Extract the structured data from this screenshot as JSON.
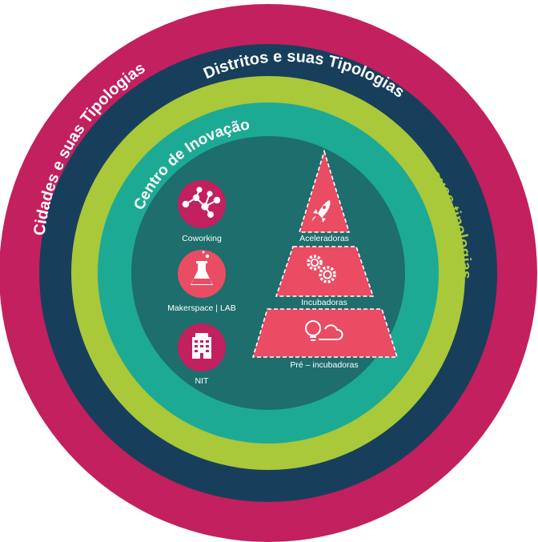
{
  "rings": {
    "cidades": "Cidades e suas Tipologias",
    "distritos": "Distritos e suas Tipologias",
    "parques": "Parques e suas tipologias",
    "centro": "Centro de Inovação"
  },
  "centro_items": [
    {
      "label": "Coworking",
      "icon": "network-nodes-icon"
    },
    {
      "label": "Makerspace | LAB",
      "icon": "lab-flask-icon"
    },
    {
      "label": "NIT",
      "icon": "building-icon"
    }
  ],
  "pyramid": {
    "top": {
      "label": "Aceleradoras",
      "icon": "rocket-icon"
    },
    "middle": {
      "label": "Incubadoras",
      "icon": "gears-icon"
    },
    "bottom": {
      "label": "Pré – incubadoras",
      "icon": "lightbulb-cloud-icon"
    }
  },
  "colors": {
    "outer": "#c2205e",
    "distritos": "#173f5c",
    "parques": "#a9c83a",
    "centro": "#1daa94",
    "inner": "#1d6e6c",
    "accent": "#ea4c63"
  }
}
